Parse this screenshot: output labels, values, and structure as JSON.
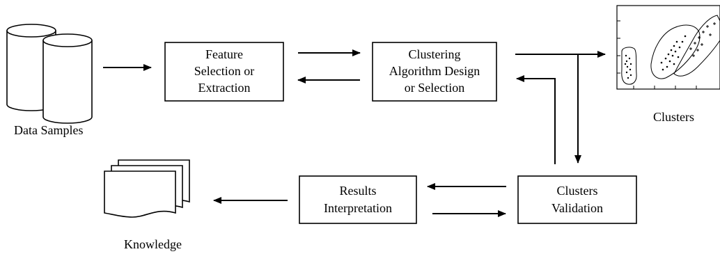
{
  "nodes": {
    "data_samples": {
      "label": "Data Samples"
    },
    "feature": {
      "lines": [
        "Feature",
        "Selection or",
        "Extraction"
      ]
    },
    "clustering": {
      "lines": [
        "Clustering",
        "Algorithm Design",
        "or Selection"
      ]
    },
    "clusters_plot": {
      "label": "Clusters"
    },
    "validation": {
      "lines": [
        "Clusters",
        "Validation"
      ]
    },
    "results": {
      "lines": [
        "Results",
        "Interpretation"
      ]
    },
    "knowledge": {
      "label": "Knowledge"
    }
  }
}
